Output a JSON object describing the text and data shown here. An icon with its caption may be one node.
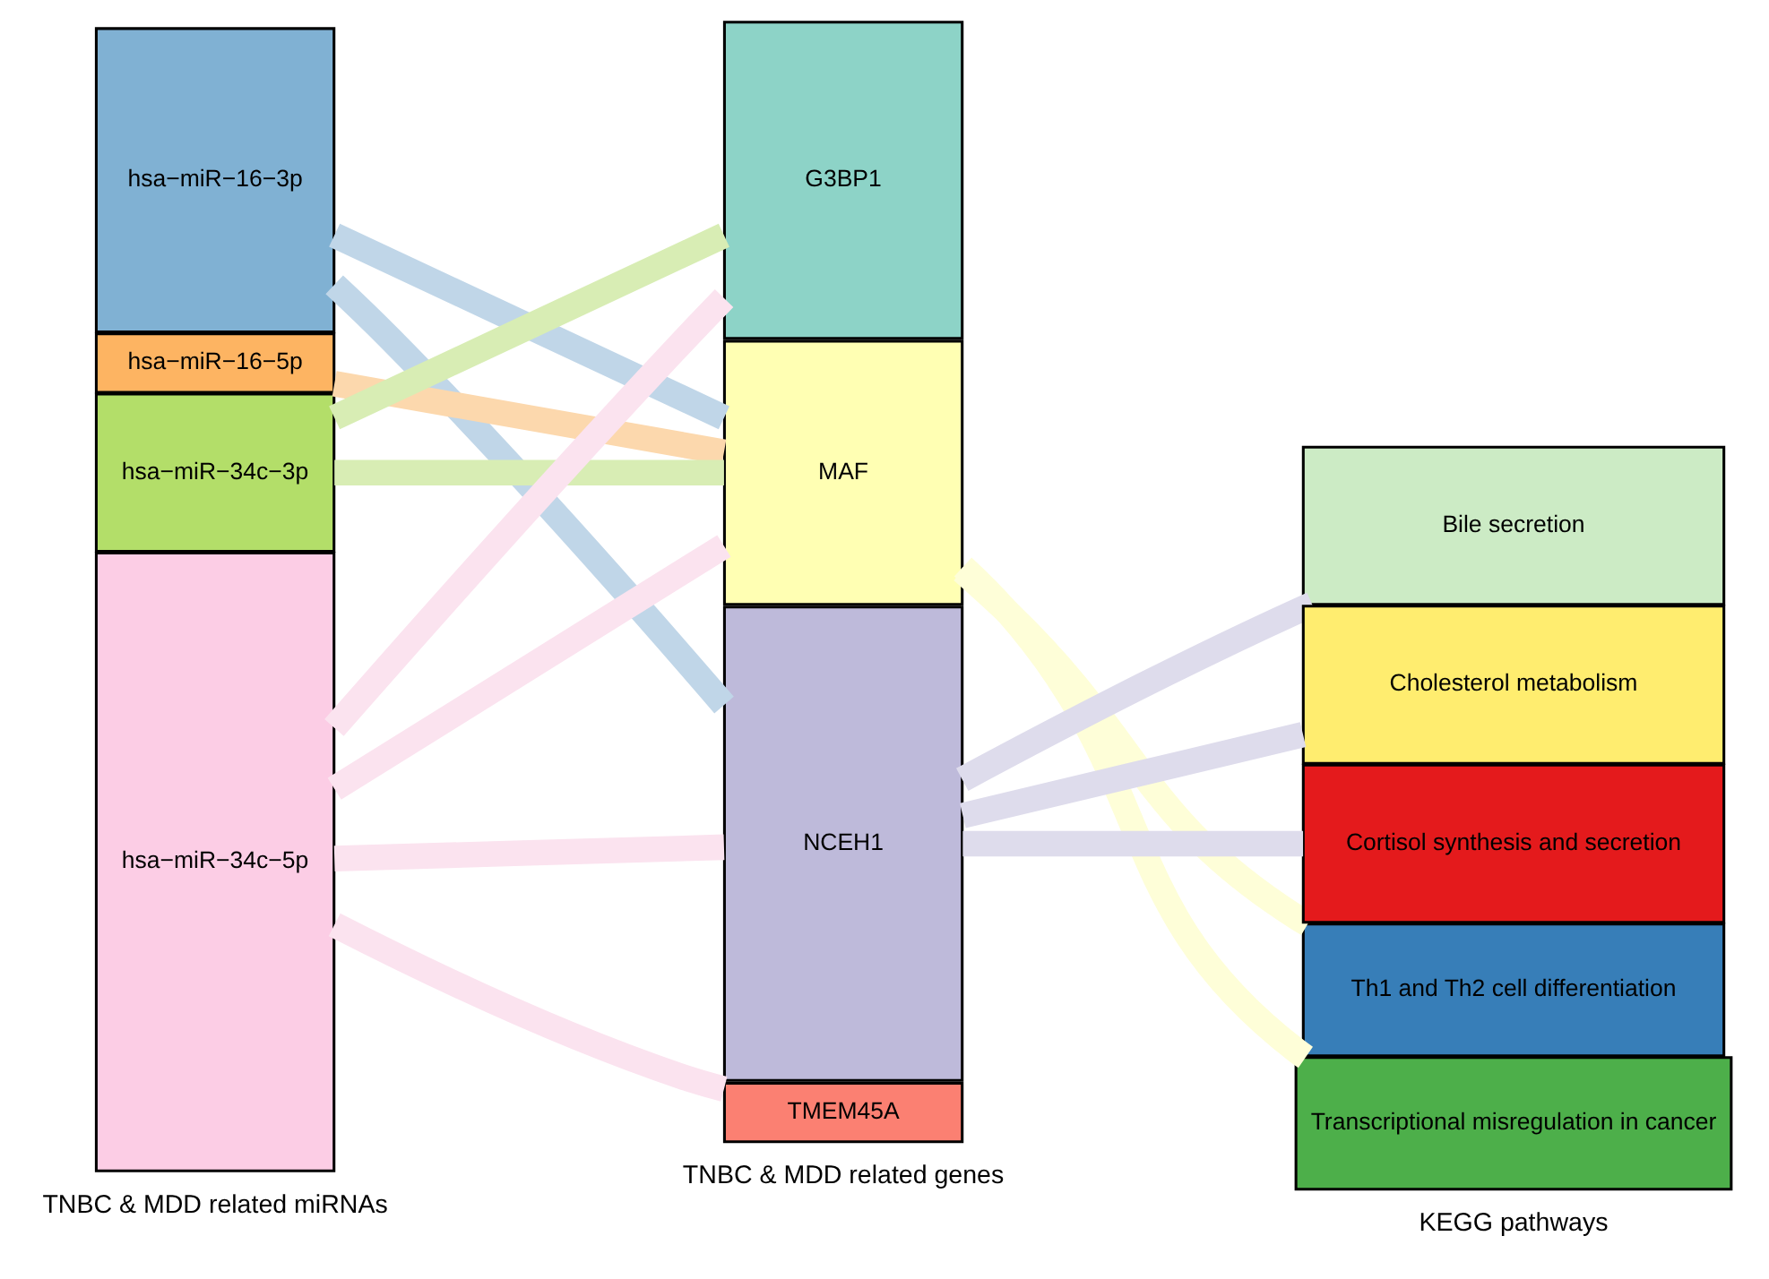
{
  "diagram": {
    "nodes": [
      {
        "text": [
          "hsa−miR−16−3p"
        ]
      },
      {
        "text": [
          "hsa−miR−16−5p"
        ]
      },
      {
        "text": [
          "hsa−miR−34c−3p"
        ]
      },
      {
        "text": [
          "hsa−miR−34c−5p"
        ]
      },
      {
        "text": [
          "G3BP1"
        ]
      },
      {
        "text": [
          "MAF"
        ]
      },
      {
        "text": [
          "NCEH1"
        ]
      },
      {
        "text": [
          "TMEM45A"
        ]
      },
      {
        "text": [
          "Bile secretion"
        ]
      },
      {
        "text": [
          "Cholesterol metabolism"
        ]
      },
      {
        "text": [
          "Cortisol synthesis and secretion"
        ]
      },
      {
        "text": [
          "Th1 and Th2 cell differentiation"
        ]
      },
      {
        "text": [
          "Transcriptional misregulation in cancer"
        ]
      }
    ],
    "edges": [
      {
        "from": 0,
        "to": 5,
        "arrow": "none",
        "color": "#c0d6e8"
      },
      {
        "from": 0,
        "to": 6,
        "arrow": "none",
        "color": "#c0d6e8"
      },
      {
        "from": 1,
        "to": 5,
        "arrow": "none",
        "color": "#fcd8ad"
      },
      {
        "from": 2,
        "to": 4,
        "arrow": "none",
        "color": "#d8edb4"
      },
      {
        "from": 2,
        "to": 5,
        "arrow": "none",
        "color": "#d8edb4"
      },
      {
        "from": 3,
        "to": 4,
        "arrow": "none",
        "color": "#fbe3ef"
      },
      {
        "from": 3,
        "to": 5,
        "arrow": "none",
        "color": "#fbe3ef"
      },
      {
        "from": 3,
        "to": 6,
        "arrow": "none",
        "color": "#fbe3ef"
      },
      {
        "from": 3,
        "to": 7,
        "arrow": "none",
        "color": "#fbe3ef"
      },
      {
        "from": 5,
        "to": 11,
        "arrow": "none",
        "color": "#fefed8"
      },
      {
        "from": 5,
        "to": 12,
        "arrow": "none",
        "color": "#fefed8"
      },
      {
        "from": 6,
        "to": 8,
        "arrow": "none",
        "color": "#dedcec"
      },
      {
        "from": 6,
        "to": 9,
        "arrow": "none",
        "color": "#dedcec"
      },
      {
        "from": 6,
        "to": 10,
        "arrow": "none",
        "color": "#dedcec"
      }
    ],
    "labels": [
      "TNBC & MDD related miRNAs",
      "TNBC & MDD related genes",
      "KEGG pathways"
    ]
  }
}
